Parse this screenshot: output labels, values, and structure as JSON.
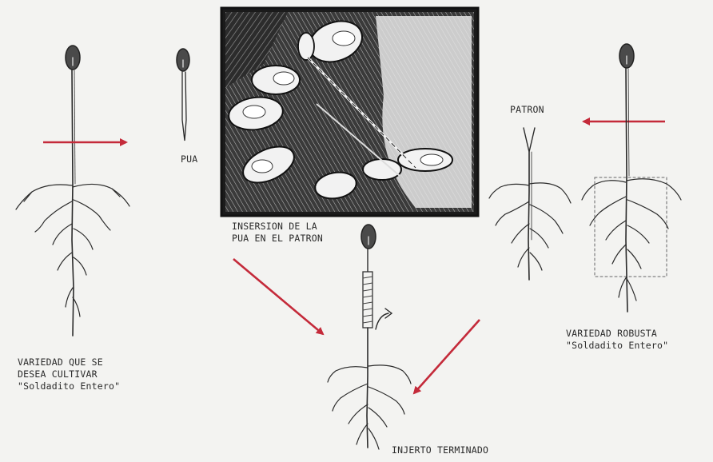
{
  "labels": {
    "cultivar": [
      "VARIEDAD QUE SE",
      "DESEA CULTIVAR",
      "\"Soldadito Entero\""
    ],
    "pua": "PUA",
    "insertion": [
      "INSERSION DE LA",
      "PUA EN EL PATRON"
    ],
    "patron": "PATRON",
    "robusta": [
      "VARIEDAD ROBUSTA",
      "\"Soldadito Entero\""
    ],
    "finished": "INJERTO TERMINADO"
  },
  "colors": {
    "arrow": "#c42a3a",
    "ink": "#2a2a2a",
    "paper": "#f3f3f1",
    "photo_bg": "#1b1b1b"
  }
}
